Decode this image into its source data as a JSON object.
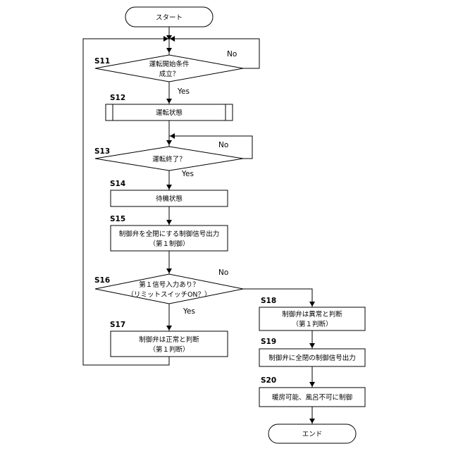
{
  "flowchart": {
    "start": "スタート",
    "end": "エンド",
    "steps": {
      "S11": {
        "id": "S11",
        "lines": [
          "運転開始条件",
          "成立？"
        ],
        "yes": "Yes",
        "no": "No"
      },
      "S12": {
        "id": "S12",
        "lines": [
          "運転状態"
        ]
      },
      "S13": {
        "id": "S13",
        "lines": [
          "運転終了？"
        ],
        "yes": "Yes",
        "no": "No"
      },
      "S14": {
        "id": "S14",
        "lines": [
          "待機状態"
        ]
      },
      "S15": {
        "id": "S15",
        "lines": [
          "制御弁を全閉にする制御信号出力",
          "（第１制御）"
        ]
      },
      "S16": {
        "id": "S16",
        "lines": [
          "第１信号入力あり？",
          "（リミットスイッチON？）"
        ],
        "yes": "Yes",
        "no": "No"
      },
      "S17": {
        "id": "S17",
        "lines": [
          "制御弁は正常と判断",
          "（第１判断）"
        ]
      },
      "S18": {
        "id": "S18",
        "lines": [
          "制御弁は異常と判断",
          "（第１判断）"
        ]
      },
      "S19": {
        "id": "S19",
        "lines": [
          "制御弁に全閉の制御信号出力"
        ]
      },
      "S20": {
        "id": "S20",
        "lines": [
          "暖房可能、風呂不可に制御"
        ]
      }
    }
  }
}
